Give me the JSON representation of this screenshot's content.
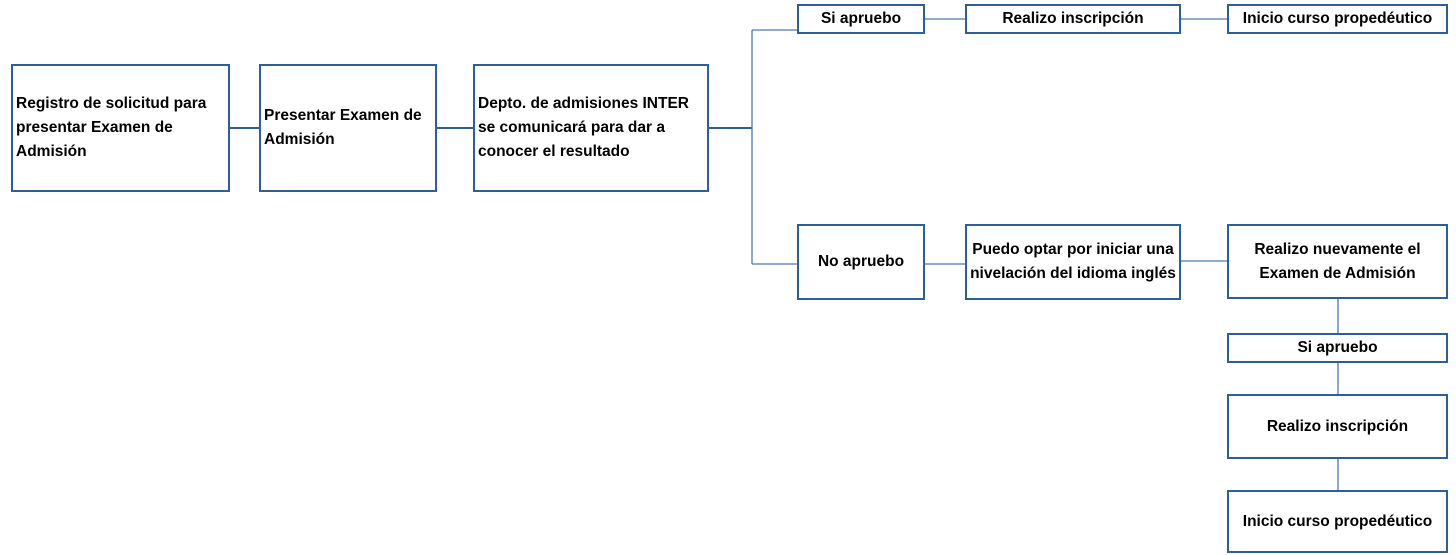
{
  "flowchart": {
    "registro": "Registro de solicitud para presentar Examen de Admisión",
    "presentar": "Presentar Examen de Admisión",
    "depto": "Depto. de admisiones INTER se comunicará para dar a conocer el resultado",
    "si_apruebo": "Si apruebo",
    "realizo_inscripcion": "Realizo inscripción",
    "inicio_curso": "Inicio curso propedéutico",
    "no_apruebo": "No apruebo",
    "nivelacion": "Puedo optar por iniciar una nivelación del idioma inglés",
    "nuevamente": "Realizo nuevamente el Examen de Admisión",
    "si_apruebo_2": "Si apruebo",
    "realizo_inscripcion_2": "Realizo inscripción",
    "inicio_curso_2": "Inicio curso propedéutico"
  }
}
